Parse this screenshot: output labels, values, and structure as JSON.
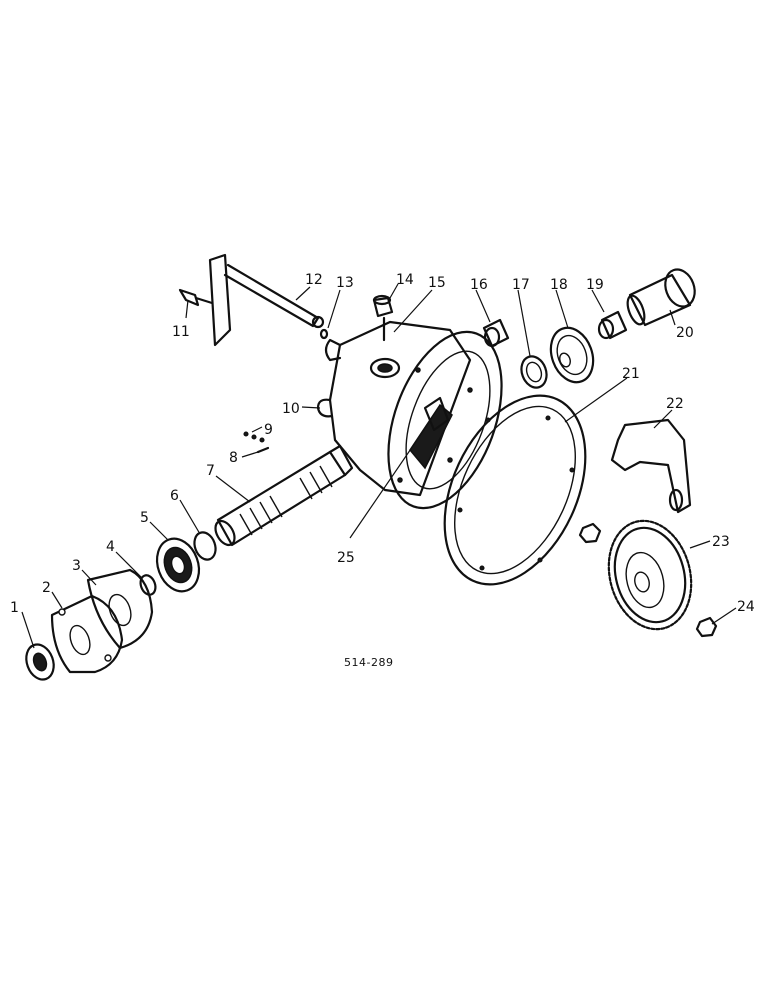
{
  "drawing": {
    "reference": "514-289",
    "callouts": [
      "1",
      "2",
      "3",
      "4",
      "5",
      "6",
      "7",
      "8",
      "9",
      "10",
      "11",
      "12",
      "13",
      "14",
      "15",
      "16",
      "17",
      "18",
      "19",
      "20",
      "21",
      "22",
      "23",
      "24",
      "25"
    ]
  }
}
